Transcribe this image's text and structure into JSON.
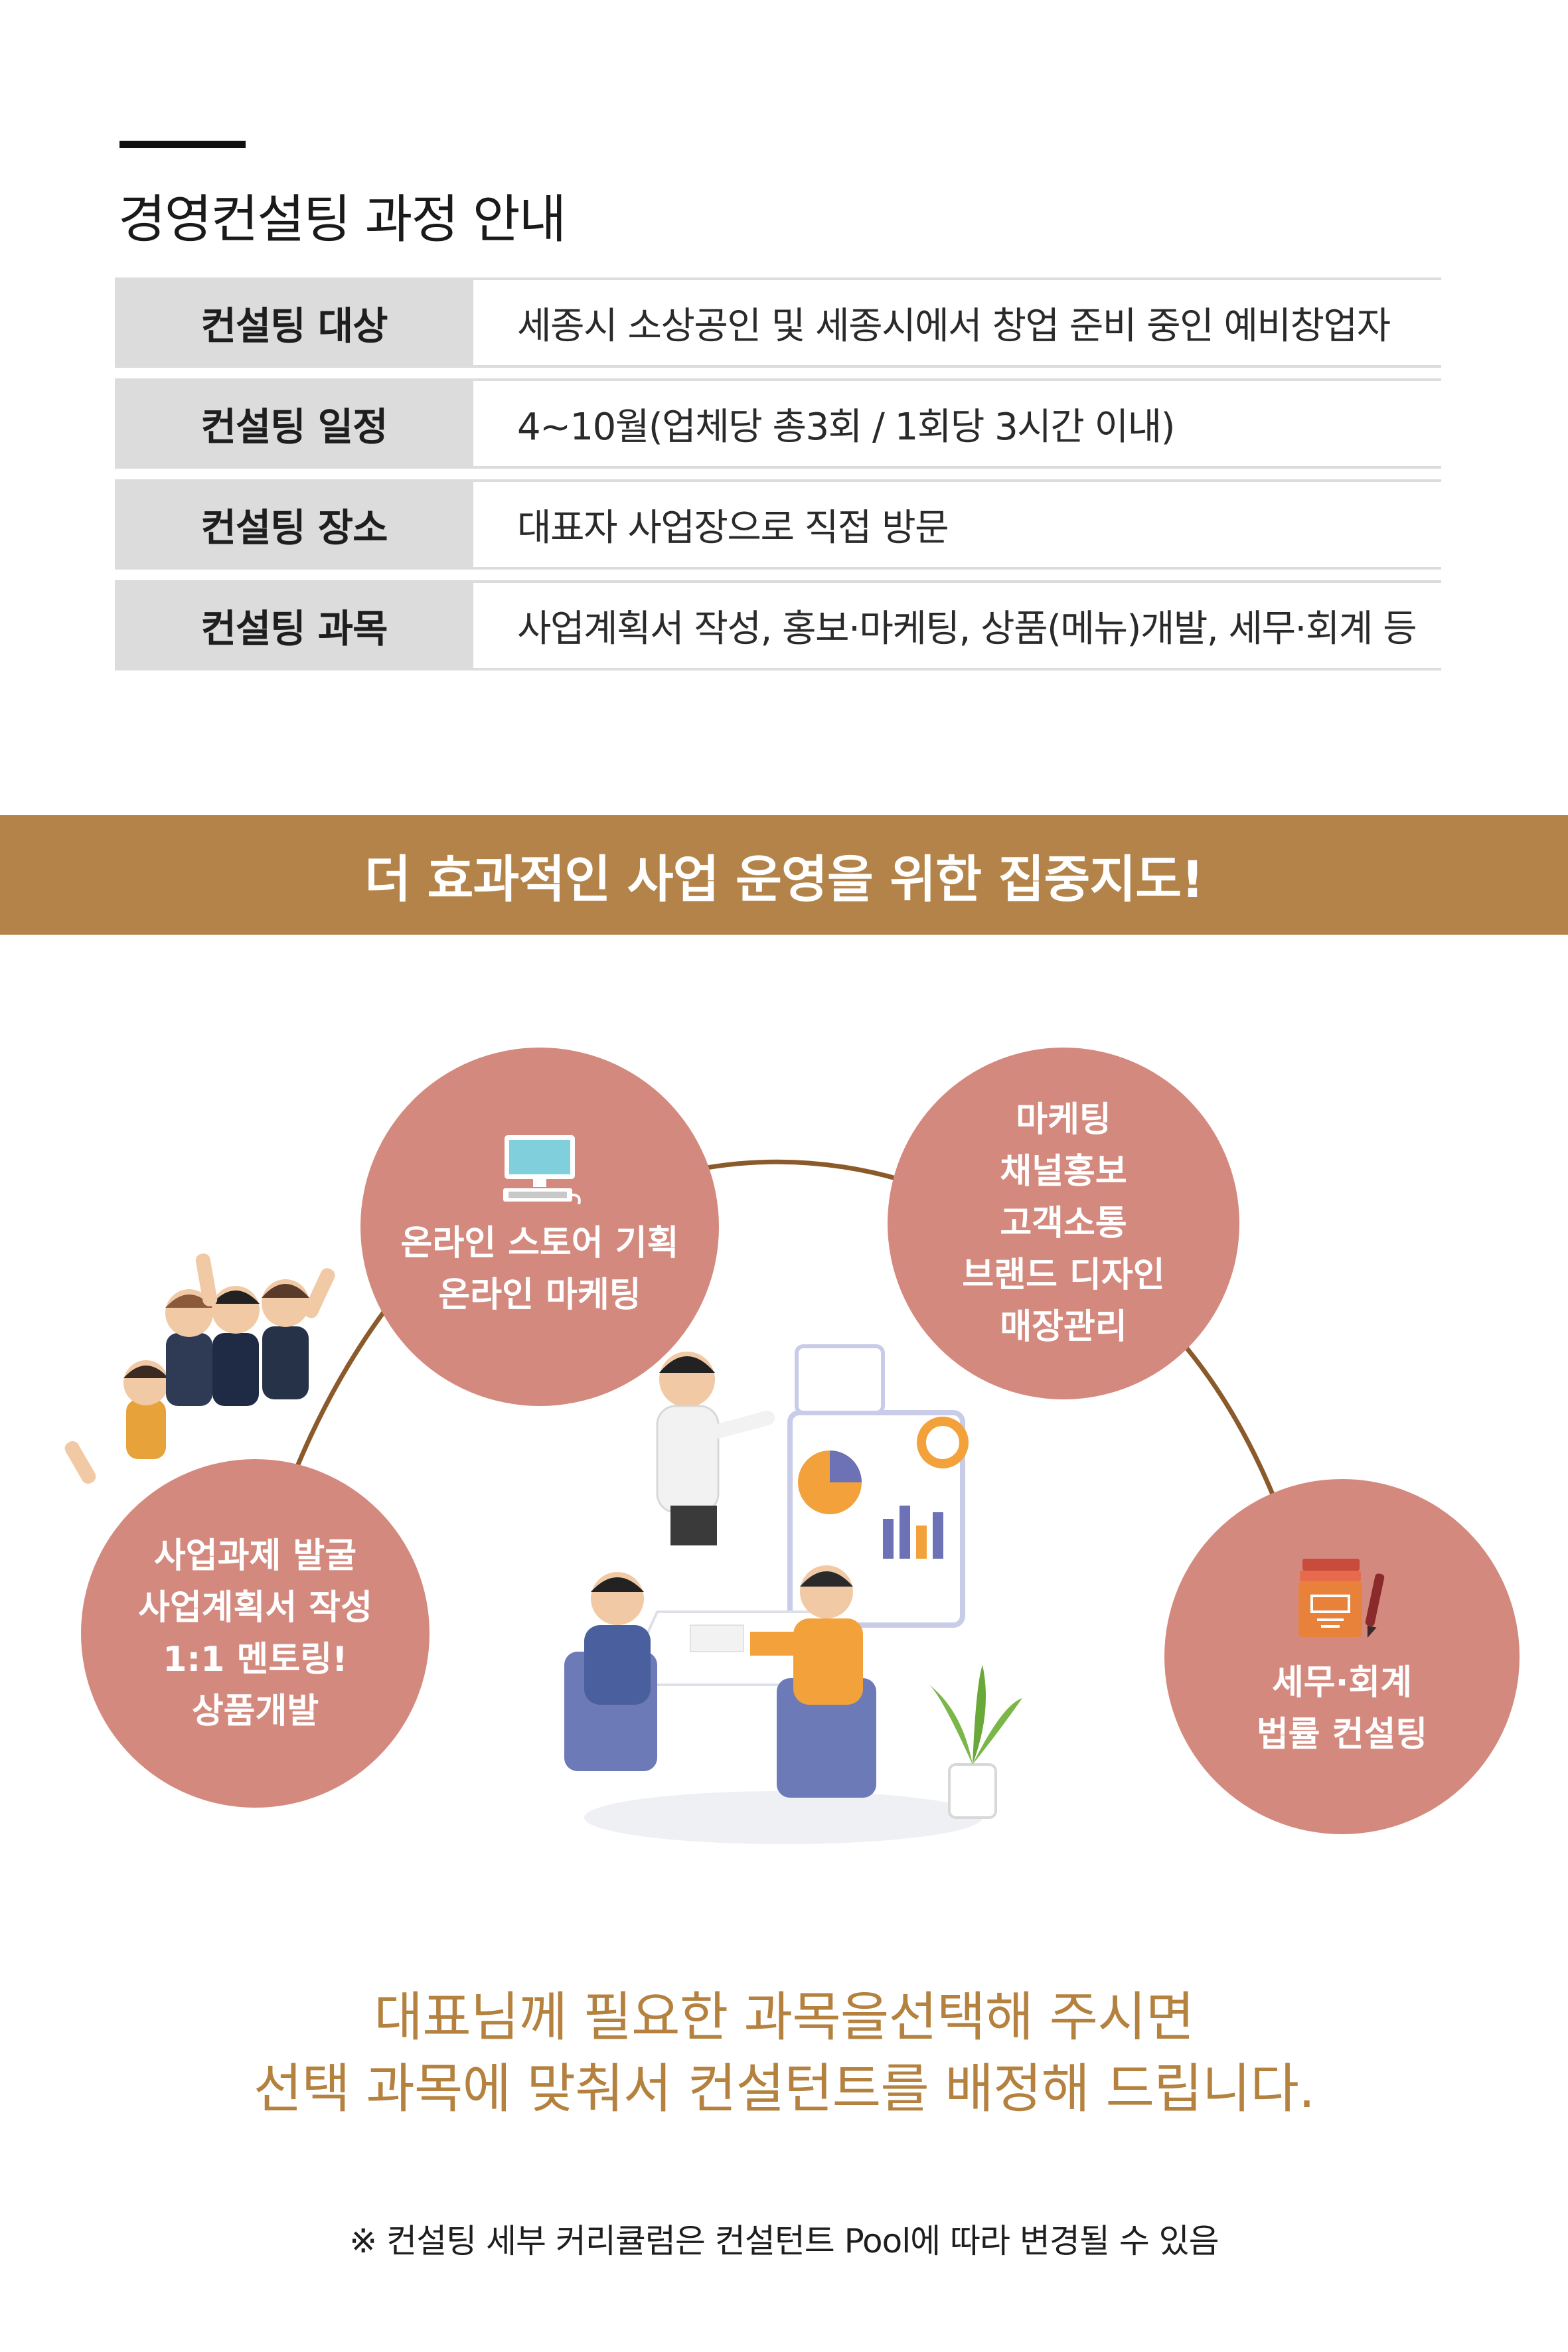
{
  "section": {
    "title": "경영컨설팅 과정 안내"
  },
  "info_rows": [
    {
      "label": "컨설팅 대상",
      "value": "세종시 소상공인 및 세종시에서 창업 준비 중인 예비창업자"
    },
    {
      "label": "컨설팅 일정",
      "value": "4~10월(업체당 총3회 / 1회당 3시간 이내)"
    },
    {
      "label": "컨설팅 장소",
      "value": "대표자 사업장으로 직접 방문"
    },
    {
      "label": "컨설팅 과목",
      "value": "사업계획서 작성, 홍보·마케팅, 상품(메뉴)개발, 세무·회계 등"
    }
  ],
  "banner": {
    "text": "더 효과적인 사업 운영을 위한 집중지도!"
  },
  "topics": [
    {
      "icon": "computer-icon",
      "lines": [
        "온라인 스토어 기획",
        "온라인 마케팅"
      ]
    },
    {
      "icon": "",
      "lines": [
        "마케팅",
        "채널홍보",
        "고객소통",
        "브랜드 디자인",
        "매장관리"
      ]
    },
    {
      "icon": "cheering-people-illustration",
      "lines": [
        "사업과제 발굴",
        "사업계획서 작성",
        "1:1 멘토링!",
        "상품개발"
      ]
    },
    {
      "icon": "books-pen-icon",
      "lines": [
        "세무·회계",
        "법률 컨설팅"
      ]
    }
  ],
  "cta": {
    "line1": "대표님께 필요한 과목을선택해 주시면",
    "line2": "선택 과목에 맞춰서 컨설턴트를 배정해 드립니다."
  },
  "note": {
    "text": "※ 컨설팅 세부 커리큘럼은 컨설턴트 Pool에 따라 변경될 수 있음"
  },
  "colors": {
    "banner": "#b38349",
    "circle": "#d4897e",
    "cta_text": "#b4813f",
    "label_bg": "#dcdcdc",
    "arc": "#8a5a2b"
  }
}
